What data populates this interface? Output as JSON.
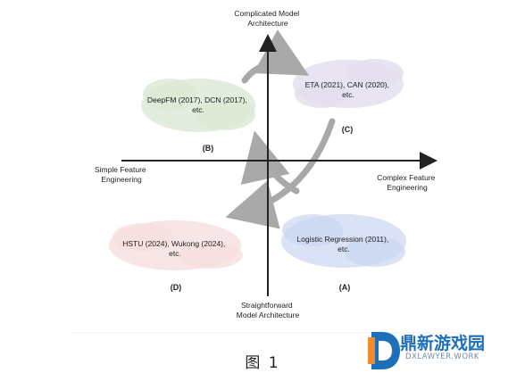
{
  "axes": {
    "top": [
      "Complicated Model",
      "Architecture"
    ],
    "bottom": [
      "Straightforward",
      "Model Architecture"
    ],
    "left": [
      "Simple Feature",
      "Engineering"
    ],
    "right": [
      "Complex Feature",
      "Engineering"
    ]
  },
  "quadrants": {
    "A": {
      "label": "(A)",
      "text": [
        "Logistic Regression (2011),",
        "etc."
      ],
      "color": "#c9d7f1"
    },
    "B": {
      "label": "(B)",
      "text": [
        "DeepFM (2017), DCN (2017),",
        "etc."
      ],
      "color": "#dce9d5"
    },
    "C": {
      "label": "(C)",
      "text": [
        "ETA (2021), CAN (2020),",
        "etc."
      ],
      "color": "#e4dfee"
    },
    "D": {
      "label": "(D)",
      "text": [
        "HSTU (2024), Wukong (2024),",
        "etc."
      ],
      "color": "#f6dede"
    }
  },
  "caption": "图 1",
  "watermark": {
    "title": "鼎新游戏园",
    "subtitle": "DXLAWYER.WORK"
  }
}
